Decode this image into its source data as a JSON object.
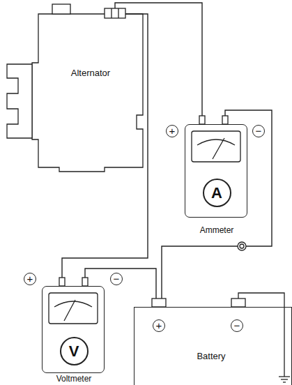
{
  "diagram": {
    "nodes": [
      {
        "text": [
          "Alternator"
        ]
      },
      {
        "text": [
          "A",
          "Ammeter"
        ]
      },
      {
        "text": [
          "V",
          "Voltmeter"
        ]
      },
      {
        "text": [
          "Battery"
        ]
      }
    ],
    "edges": [
      {
        "from": 0,
        "to": 1,
        "arrow": "none"
      },
      {
        "from": 1,
        "to": 3,
        "arrow": "none"
      },
      {
        "from": 2,
        "to": 0,
        "arrow": "none"
      },
      {
        "from": 2,
        "to": 3,
        "arrow": "none"
      }
    ],
    "labels": [
      "+",
      "−",
      "+",
      "−",
      "+",
      "−"
    ]
  }
}
